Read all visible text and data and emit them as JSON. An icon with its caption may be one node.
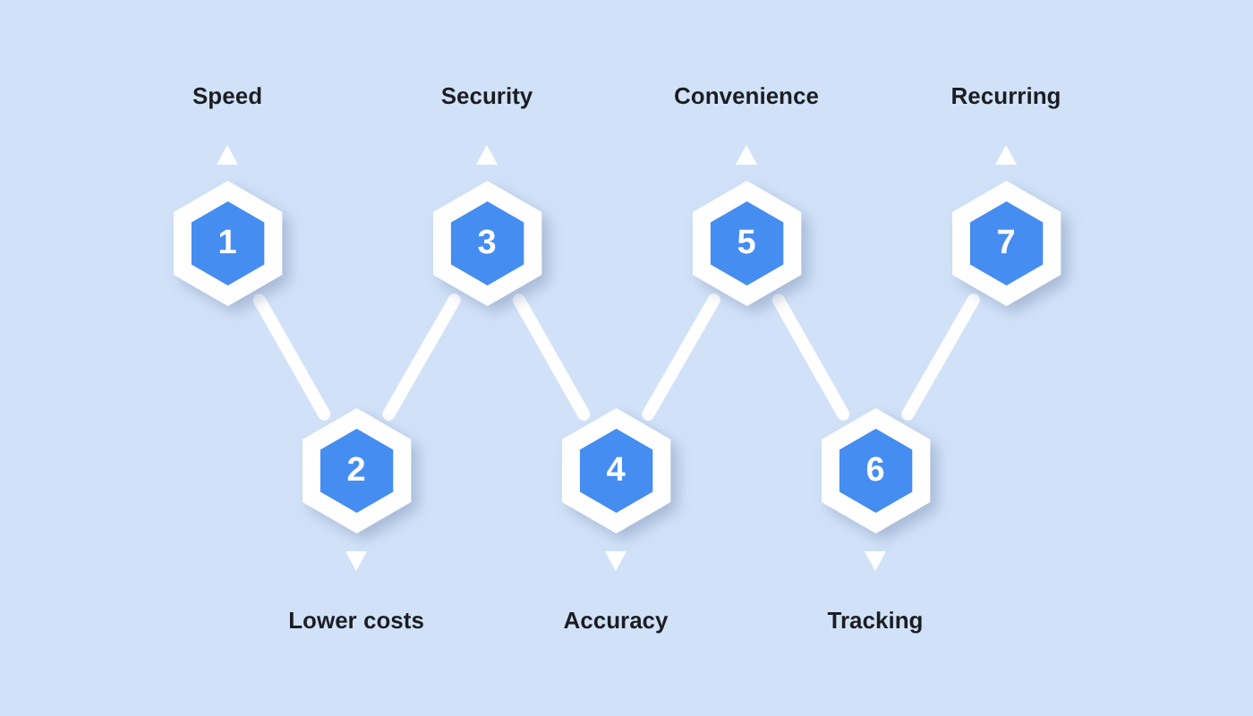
{
  "diagram": {
    "nodes": [
      {
        "text": [
          "1"
        ],
        "beside": [
          "Speed"
        ]
      },
      {
        "text": [
          "2"
        ],
        "beside": [
          "Lower costs"
        ]
      },
      {
        "text": [
          "3"
        ],
        "beside": [
          "Security"
        ]
      },
      {
        "text": [
          "4"
        ],
        "beside": [
          "Accuracy"
        ]
      },
      {
        "text": [
          "5"
        ],
        "beside": [
          "Convenience"
        ]
      },
      {
        "text": [
          "6"
        ],
        "beside": [
          "Tracking"
        ]
      },
      {
        "text": [
          "7"
        ],
        "beside": [
          "Recurring"
        ]
      }
    ],
    "edges": [
      {
        "from": 0,
        "to": 1,
        "arrow": "none"
      },
      {
        "from": 1,
        "to": 2,
        "arrow": "none"
      },
      {
        "from": 2,
        "to": 3,
        "arrow": "none"
      },
      {
        "from": 3,
        "to": 4,
        "arrow": "none"
      },
      {
        "from": 4,
        "to": 5,
        "arrow": "none"
      },
      {
        "from": 5,
        "to": 6,
        "arrow": "none"
      }
    ]
  }
}
